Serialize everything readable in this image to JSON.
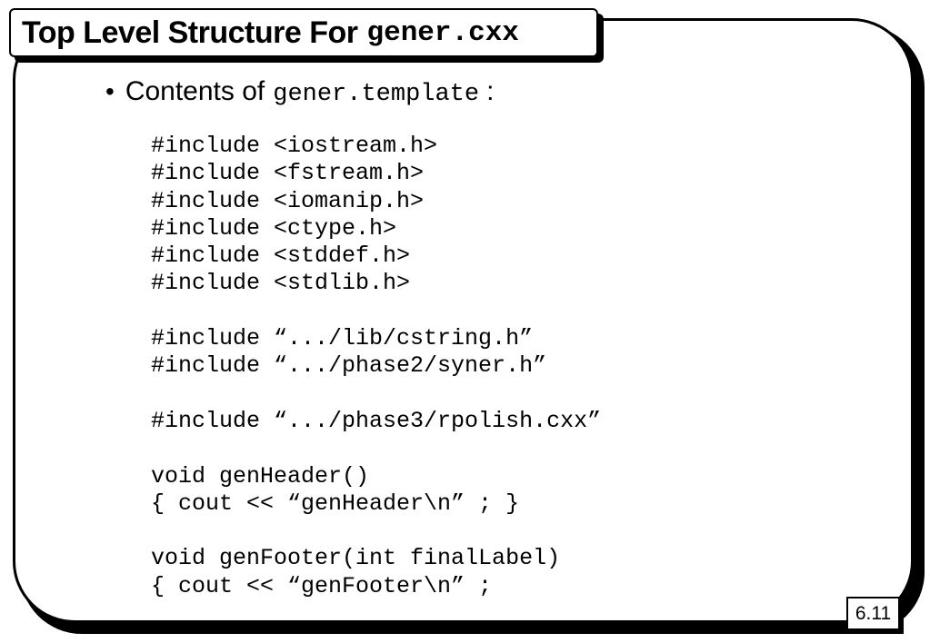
{
  "slide": {
    "title_text": "Top Level Structure For",
    "title_code": "gener.cxx",
    "bullet": {
      "text": "Contents of",
      "code": "gener.template",
      "suffix": ":"
    },
    "code_lines": [
      "#include <iostream.h>",
      "#include <fstream.h>",
      "#include <iomanip.h>",
      "#include <ctype.h>",
      "#include <stddef.h>",
      "#include <stdlib.h>",
      "",
      "#include “.../lib/cstring.h”",
      "#include “.../phase2/syner.h”",
      "",
      "#include “.../phase3/rpolish.cxx”",
      "",
      "void genHeader()",
      "{ cout << “genHeader\\n” ; }",
      "",
      "void genFooter(int finalLabel)",
      "{ cout << “genFooter\\n” ;"
    ],
    "page_number": "6.11"
  }
}
